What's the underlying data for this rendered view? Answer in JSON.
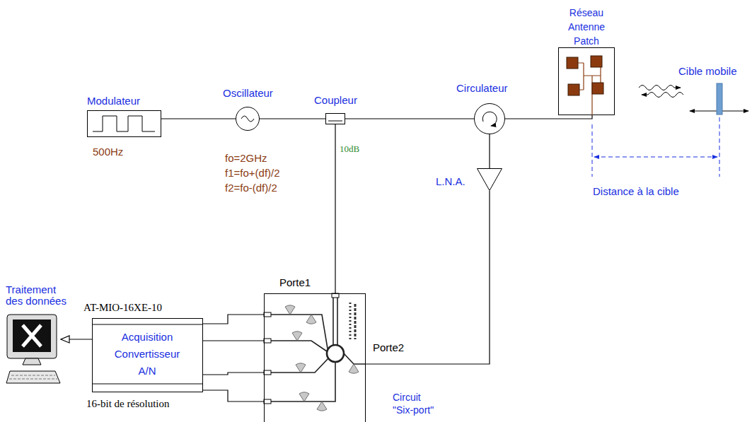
{
  "diagram": {
    "nodes": [
      {
        "text": [
          "Modulateur",
          "500Hz"
        ]
      },
      {
        "text": [
          "Oscillateur",
          "fo=2GHz f1=fo+(df)/2 f2=fo-(df)/2"
        ]
      },
      {
        "text": [
          "Coupleur",
          "10dB"
        ]
      },
      {
        "text": [
          "Circulateur"
        ]
      },
      {
        "text": [
          "Réseau Antenne Patch"
        ]
      },
      {
        "text": [
          "Cible mobile"
        ]
      },
      {
        "text": [
          "L.N.A."
        ]
      },
      {
        "text": [
          "Porte1",
          "Porte2",
          "Circuit \"Six-port\""
        ]
      },
      {
        "text": [
          "AT-MIO-16XE-10",
          "Acquisition Convertisseur A/N",
          "16-bit de résolution"
        ]
      },
      {
        "text": [
          "Traitement des données"
        ]
      }
    ],
    "edges": [
      {
        "from": 0,
        "to": 1,
        "arrow": "none"
      },
      {
        "from": 1,
        "to": 2,
        "arrow": "none"
      },
      {
        "from": 2,
        "to": 3,
        "arrow": "none"
      },
      {
        "from": 3,
        "to": 4,
        "arrow": "none"
      },
      {
        "from": 3,
        "to": 6,
        "arrow": "none"
      },
      {
        "from": 2,
        "to": 7,
        "arrow": "none"
      },
      {
        "from": 6,
        "to": 7,
        "arrow": "none"
      },
      {
        "from": 7,
        "to": 8,
        "arrow": "none"
      },
      {
        "from": 7,
        "to": 8,
        "arrow": "none"
      },
      {
        "from": 7,
        "to": 8,
        "arrow": "none"
      },
      {
        "from": 7,
        "to": 8,
        "arrow": "none"
      },
      {
        "from": 8,
        "to": 9,
        "arrow": "to"
      }
    ],
    "labels": [
      "Distance à la cible"
    ]
  }
}
